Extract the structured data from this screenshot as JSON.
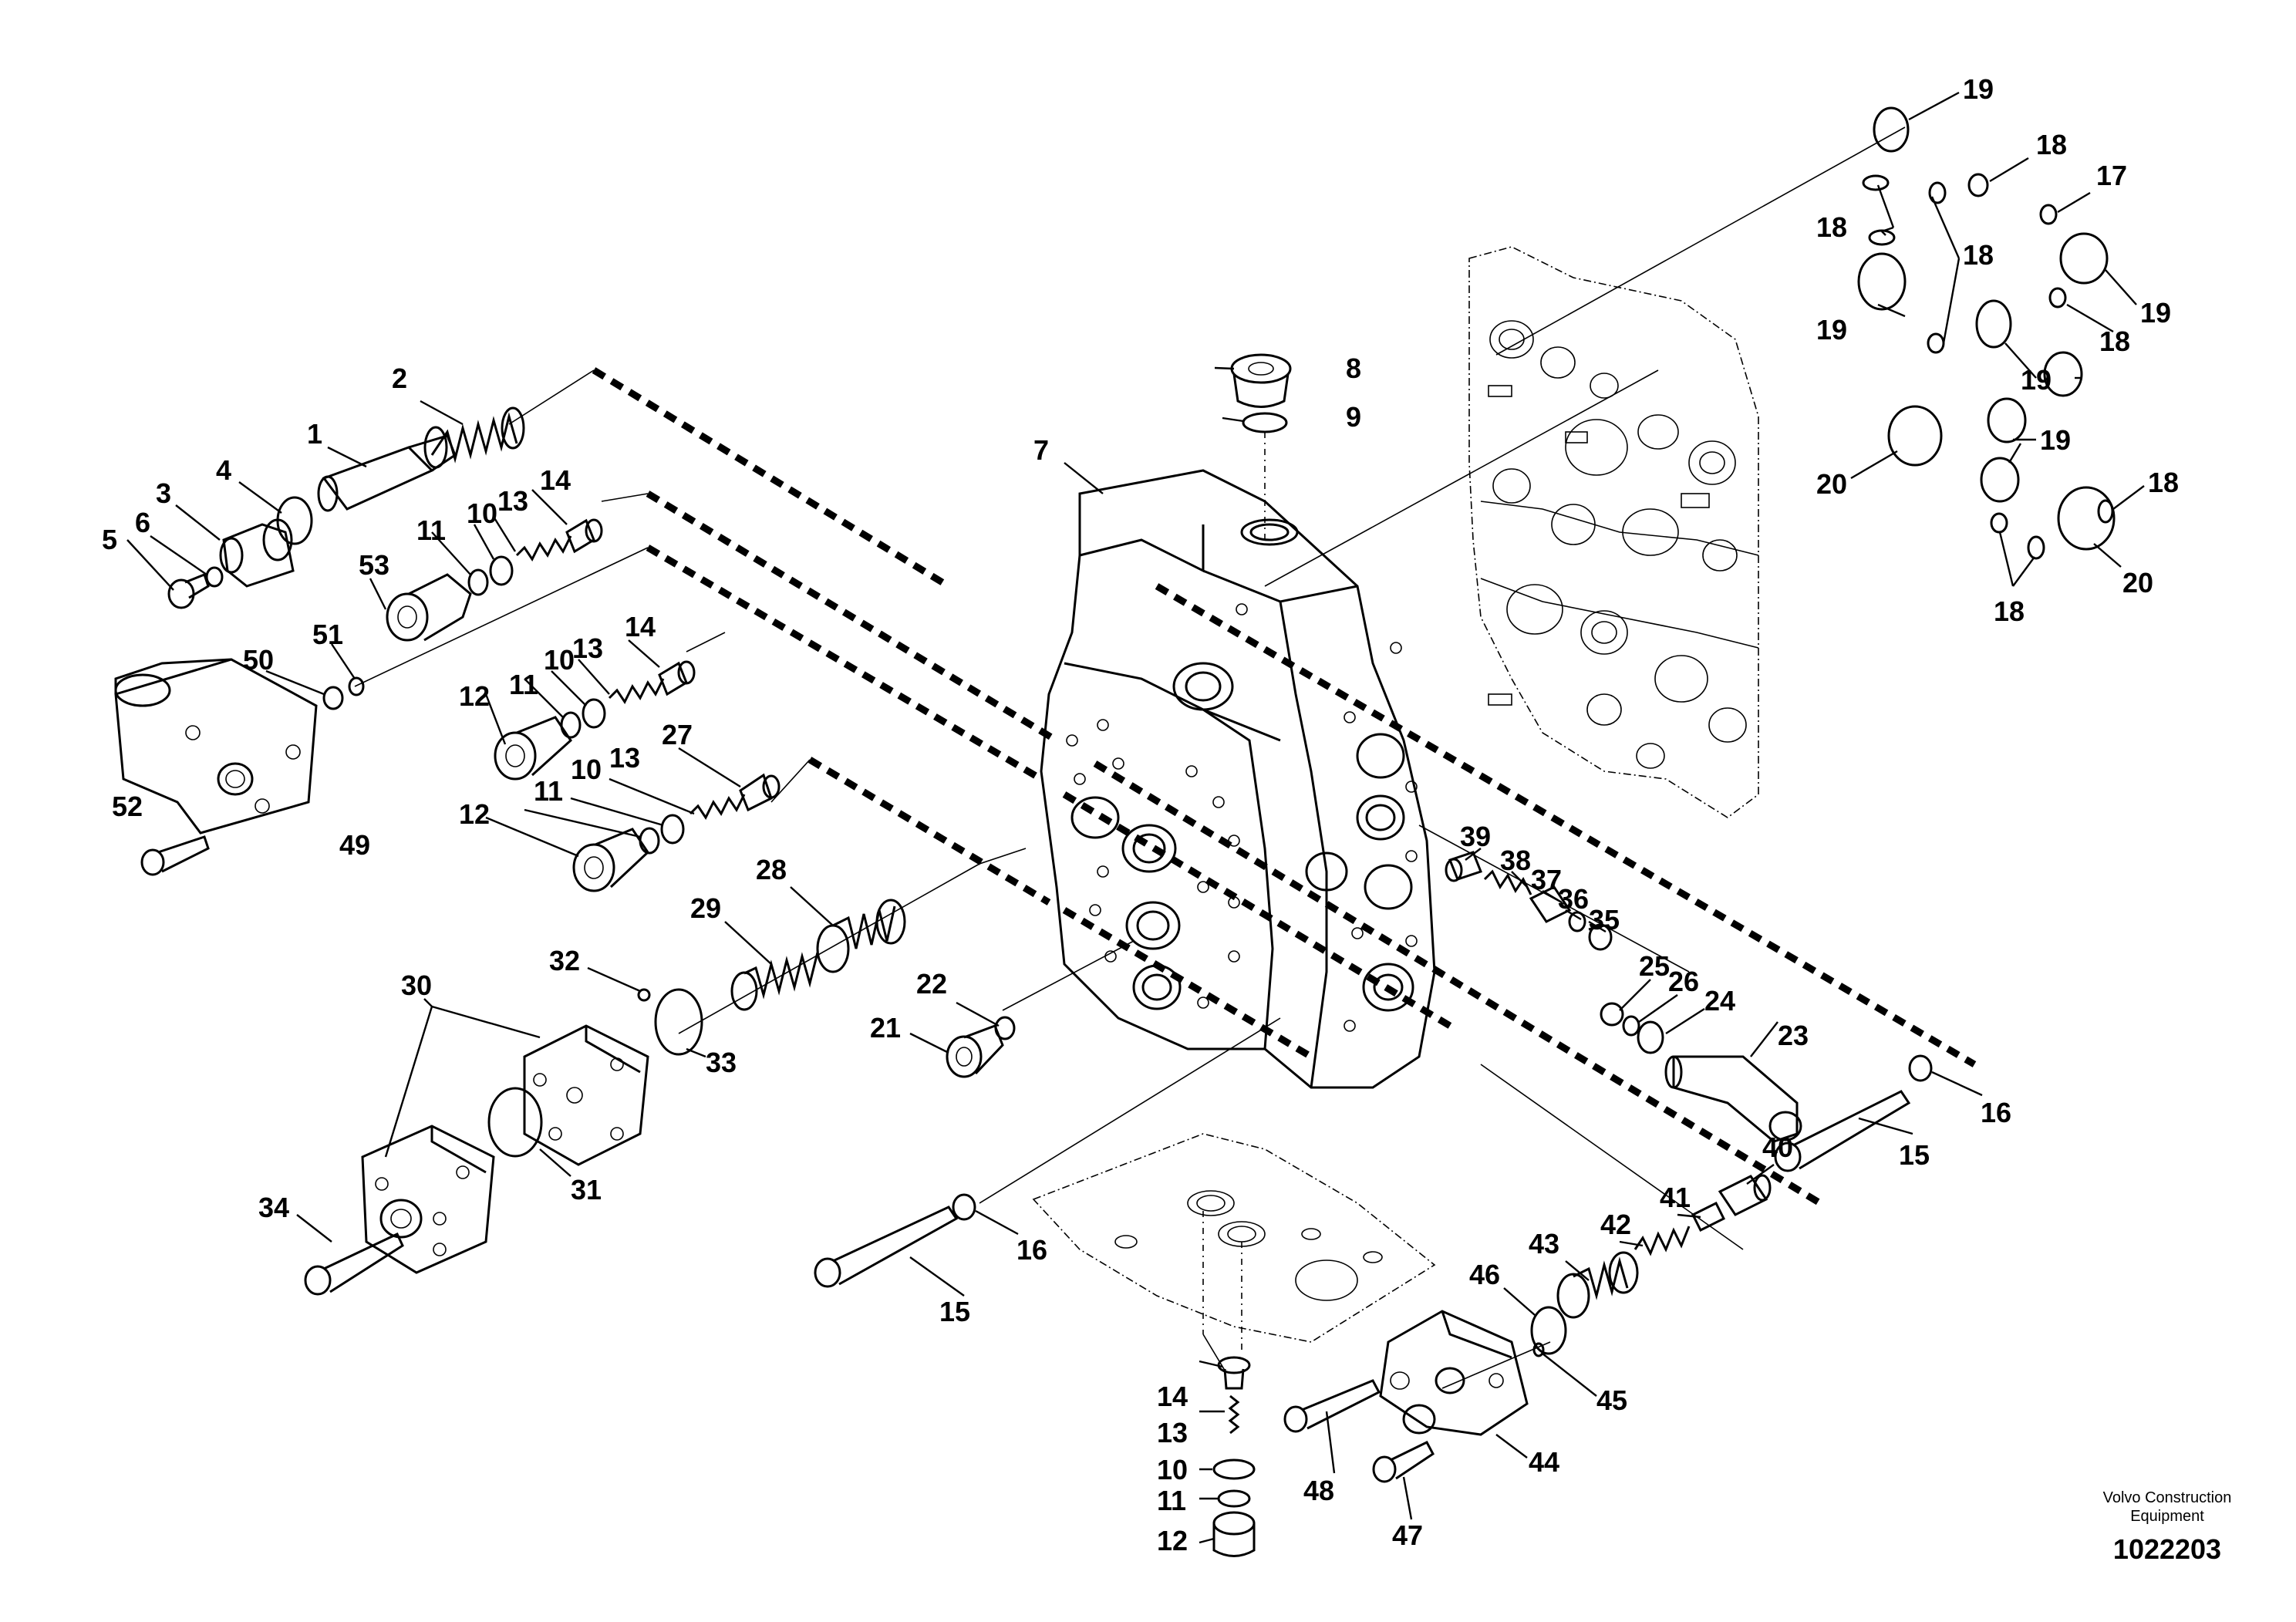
{
  "drawing": {
    "brand_line1": "Volvo Construction",
    "brand_line2": "Equipment",
    "drawing_number": "1022203"
  },
  "callouts": [
    "1",
    "2",
    "3",
    "4",
    "5",
    "6",
    "7",
    "8",
    "9",
    "10",
    "11",
    "12",
    "13",
    "14",
    "15",
    "16",
    "17",
    "18",
    "19",
    "20",
    "21",
    "22",
    "23",
    "24",
    "25",
    "26",
    "27",
    "28",
    "29",
    "30",
    "31",
    "32",
    "33",
    "34",
    "35",
    "36",
    "37",
    "38",
    "39",
    "40",
    "41",
    "42",
    "43",
    "44",
    "45",
    "46",
    "47",
    "48",
    "49",
    "50",
    "51",
    "52",
    "53"
  ]
}
